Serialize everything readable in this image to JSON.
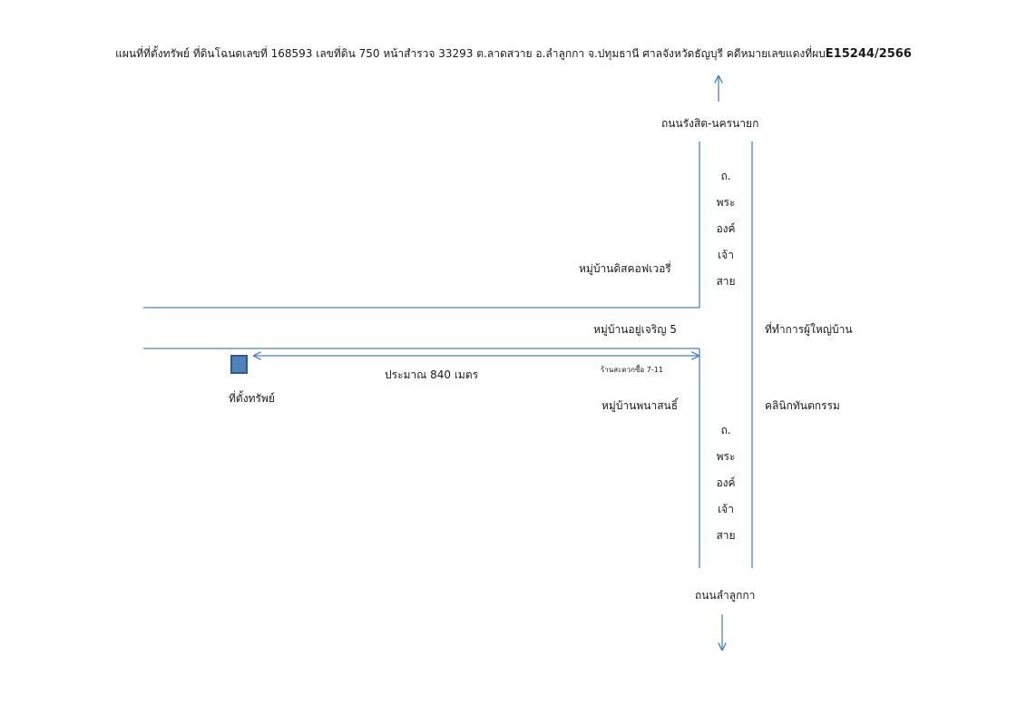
{
  "title": {
    "text": "แผนที่ที่ตั้งทรัพย์ ที่ดินโฉนดเลขที่ 168593 เลขที่ดิน 750 หน้าสำรวจ 33293 ต.ลาดสวาย อ.ลำลูกกา จ.ปทุมธานี ศาลจังหวัดธัญบุรี คดีหมายเลขแดงที่ผบ",
    "case_no": "E15244/2566"
  },
  "roads": {
    "north_end": "ถนนรังสิต-นครนายก",
    "south_end": "ถนนลำลูกกา",
    "vertical_road_upper": [
      "ถ.",
      "พระ",
      "องค์",
      "เจ้า",
      "สาย"
    ],
    "vertical_road_lower": [
      "ถ.",
      "พระ",
      "องค์",
      "เจ้า",
      "สาย"
    ]
  },
  "places": {
    "village_upper": "หมู่บ้านดิสคอฟเวอรี่",
    "village_middle": "หมู่บ้านอยู่เจริญ 5",
    "store": "ร้านสะดวกซื้อ 7-11",
    "village_lower": "หมู่บ้านพนาสนธิ์",
    "headman_office": "ที่ทำการผู้ใหญ่บ้าน",
    "dental_clinic": "คลินิกทันตกรรม"
  },
  "distance": "ประมาณ 840 เมตร",
  "property_label": "ที่ตั้งทรัพย์",
  "colors": {
    "road_line": "#4f81bd",
    "marker_fill": "#4f81bd",
    "marker_border": "#2f5a8a"
  }
}
